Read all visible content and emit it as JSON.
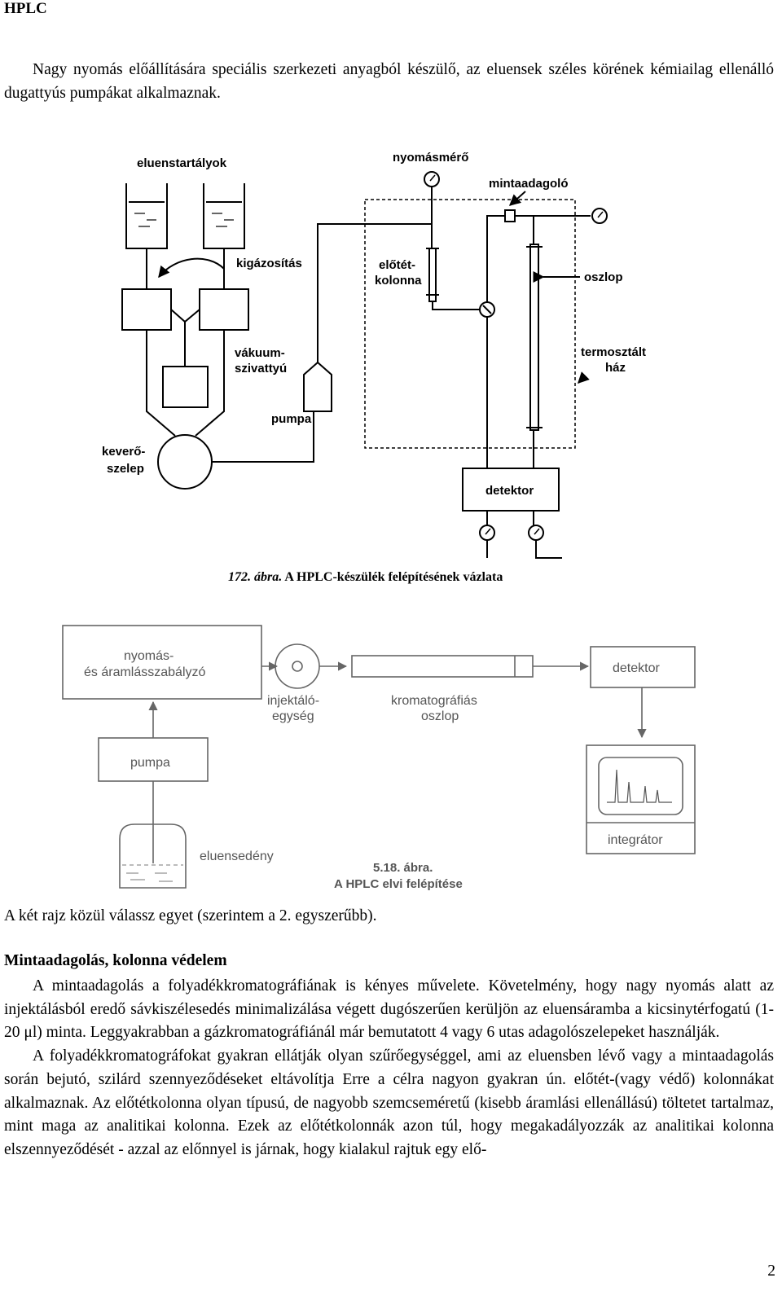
{
  "header": {
    "title": "HPLC"
  },
  "intro": {
    "text": "Nagy nyomás előállítására speciális szerkezeti anyagból készülő, az eluensek széles körének kémiailag ellenálló dugattyús pumpákat alkalmaznak."
  },
  "fig1": {
    "labels": {
      "eluenstartalyok": "eluenstartályok",
      "nyomasmero": "nyomásmérő",
      "mintaadagolo": "mintaadagoló",
      "kigazositas": "kigázosítás",
      "elotet1": "előtét-",
      "elotet2": "kolonna",
      "oszlop": "oszlop",
      "vakuum1": "vákuum-",
      "vakuum2": "szivattyú",
      "termosztalt1": "termosztált",
      "termosztalt2": "ház",
      "pumpa": "pumpa",
      "kevero1": "keverő-",
      "kevero2": "szelep",
      "detektor": "detektor"
    },
    "caption_num": "172. ábra.",
    "caption_text": "A HPLC-készülék felépítésének vázlata"
  },
  "fig2": {
    "labels": {
      "regulator1": "nyomás-",
      "regulator2": "és áramlásszabályzó",
      "detektor": "detektor",
      "injektalo1": "injektáló-",
      "injektalo2": "egység",
      "kromat1": "kromatográfiás",
      "kromat2": "oszlop",
      "pumpa": "pumpa",
      "integrator": "integrátor",
      "eluensedeny": "eluensedény"
    },
    "caption1": "5.18. ábra.",
    "caption2": "A HPLC elvi felépítése"
  },
  "choice": {
    "text": "A két rajz közül válassz egyet (szerintem a 2. egyszerűbb)."
  },
  "section": {
    "heading": "Mintaadagolás, kolonna védelem",
    "p1": "A mintaadagolás a folyadékkromatográfiának is kényes művelete. Követelmény, hogy nagy nyomás alatt az injektálásból eredő sávkiszélesedés minimalizálása végett dugószerűen kerüljön az eluensáramba a kicsinytérfogatú (1-20 μl) minta. Leggyakrabban a gázkromatográfiánál már bemutatott 4 vagy 6 utas adagolószelepeket használják.",
    "p2": "A folyadékkromatográfokat gyakran ellátják olyan szűrőegységgel, ami az eluensben lévő vagy a mintaadagolás során bejutó, szilárd szennyeződéseket eltávolítja Erre a célra nagyon gyakran ún. előtét-(vagy védő) kolonnákat alkalmaznak. Az előtétkolonna olyan típusú, de nagyobb szemcseméretű (kisebb áramlási ellenállású) töltetet tartalmaz, mint maga az analitikai kolonna. Ezek az előtétkolonnák azon túl, hogy megakadályozzák az analitikai kolonna elszennyeződését - azzal az előnnyel is járnak, hogy kialakul rajtuk egy elő-"
  },
  "page": {
    "number": "2"
  }
}
